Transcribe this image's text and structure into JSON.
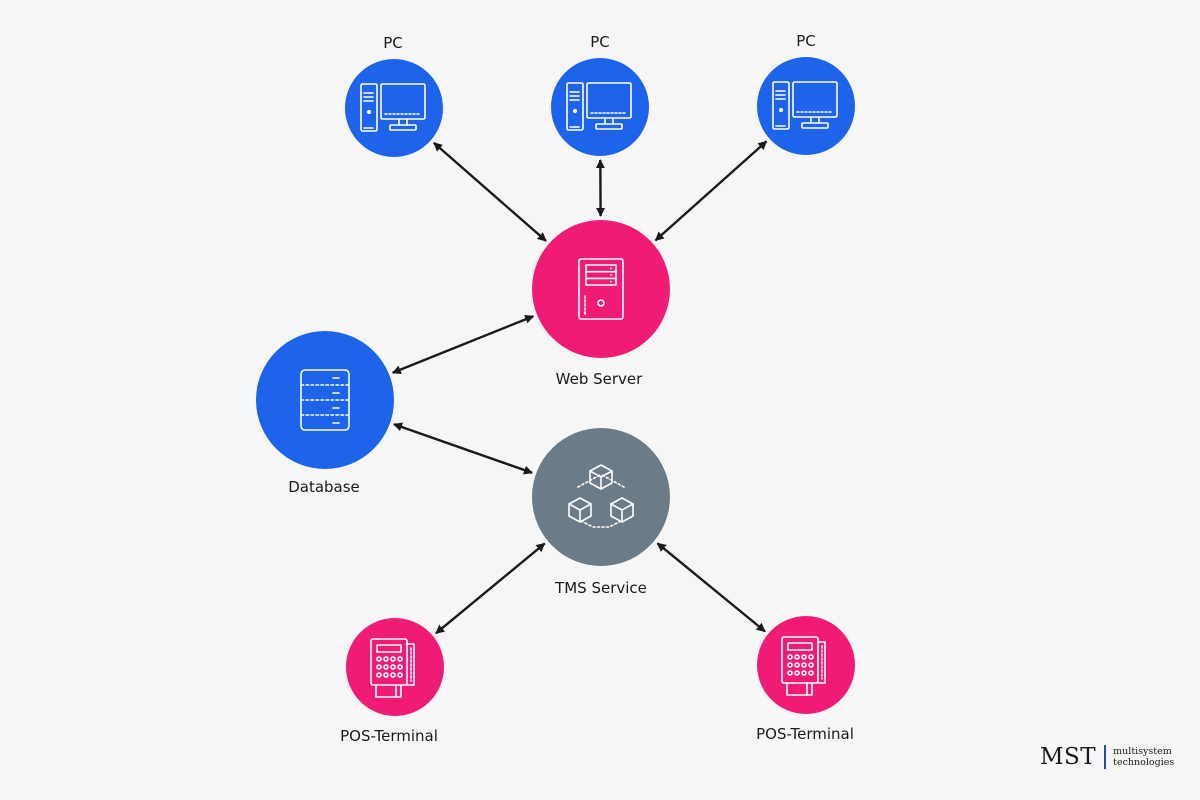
{
  "colors": {
    "background": "#f6f6f6",
    "blue": "#1e64eb",
    "pink": "#ef1b74",
    "gray": "#6c7b88",
    "arrow": "#1a1a1a",
    "icon": "#ffffff",
    "logo_bar": "#1e4fb5"
  },
  "nodes": {
    "pc1": {
      "label": "PC",
      "icon": "desktop-computer-icon"
    },
    "pc2": {
      "label": "PC",
      "icon": "desktop-computer-icon"
    },
    "pc3": {
      "label": "PC",
      "icon": "desktop-computer-icon"
    },
    "web_server": {
      "label": "Web Server",
      "icon": "server-tower-icon"
    },
    "database": {
      "label": "Database",
      "icon": "server-rack-icon"
    },
    "tms_service": {
      "label": "TMS Service",
      "icon": "cubes-network-icon"
    },
    "pos1": {
      "label": "POS-Terminal",
      "icon": "pos-terminal-icon"
    },
    "pos2": {
      "label": "POS-Terminal",
      "icon": "pos-terminal-icon"
    }
  },
  "edges": [
    {
      "from": "pc1",
      "to": "web_server",
      "direction": "both"
    },
    {
      "from": "pc2",
      "to": "web_server",
      "direction": "both"
    },
    {
      "from": "pc3",
      "to": "web_server",
      "direction": "both"
    },
    {
      "from": "web_server",
      "to": "database",
      "direction": "both"
    },
    {
      "from": "database",
      "to": "tms_service",
      "direction": "both"
    },
    {
      "from": "tms_service",
      "to": "pos1",
      "direction": "both"
    },
    {
      "from": "tms_service",
      "to": "pos2",
      "direction": "both"
    }
  ],
  "logo": {
    "mark": "MST",
    "line1": "multisystem",
    "line2": "technologies"
  }
}
